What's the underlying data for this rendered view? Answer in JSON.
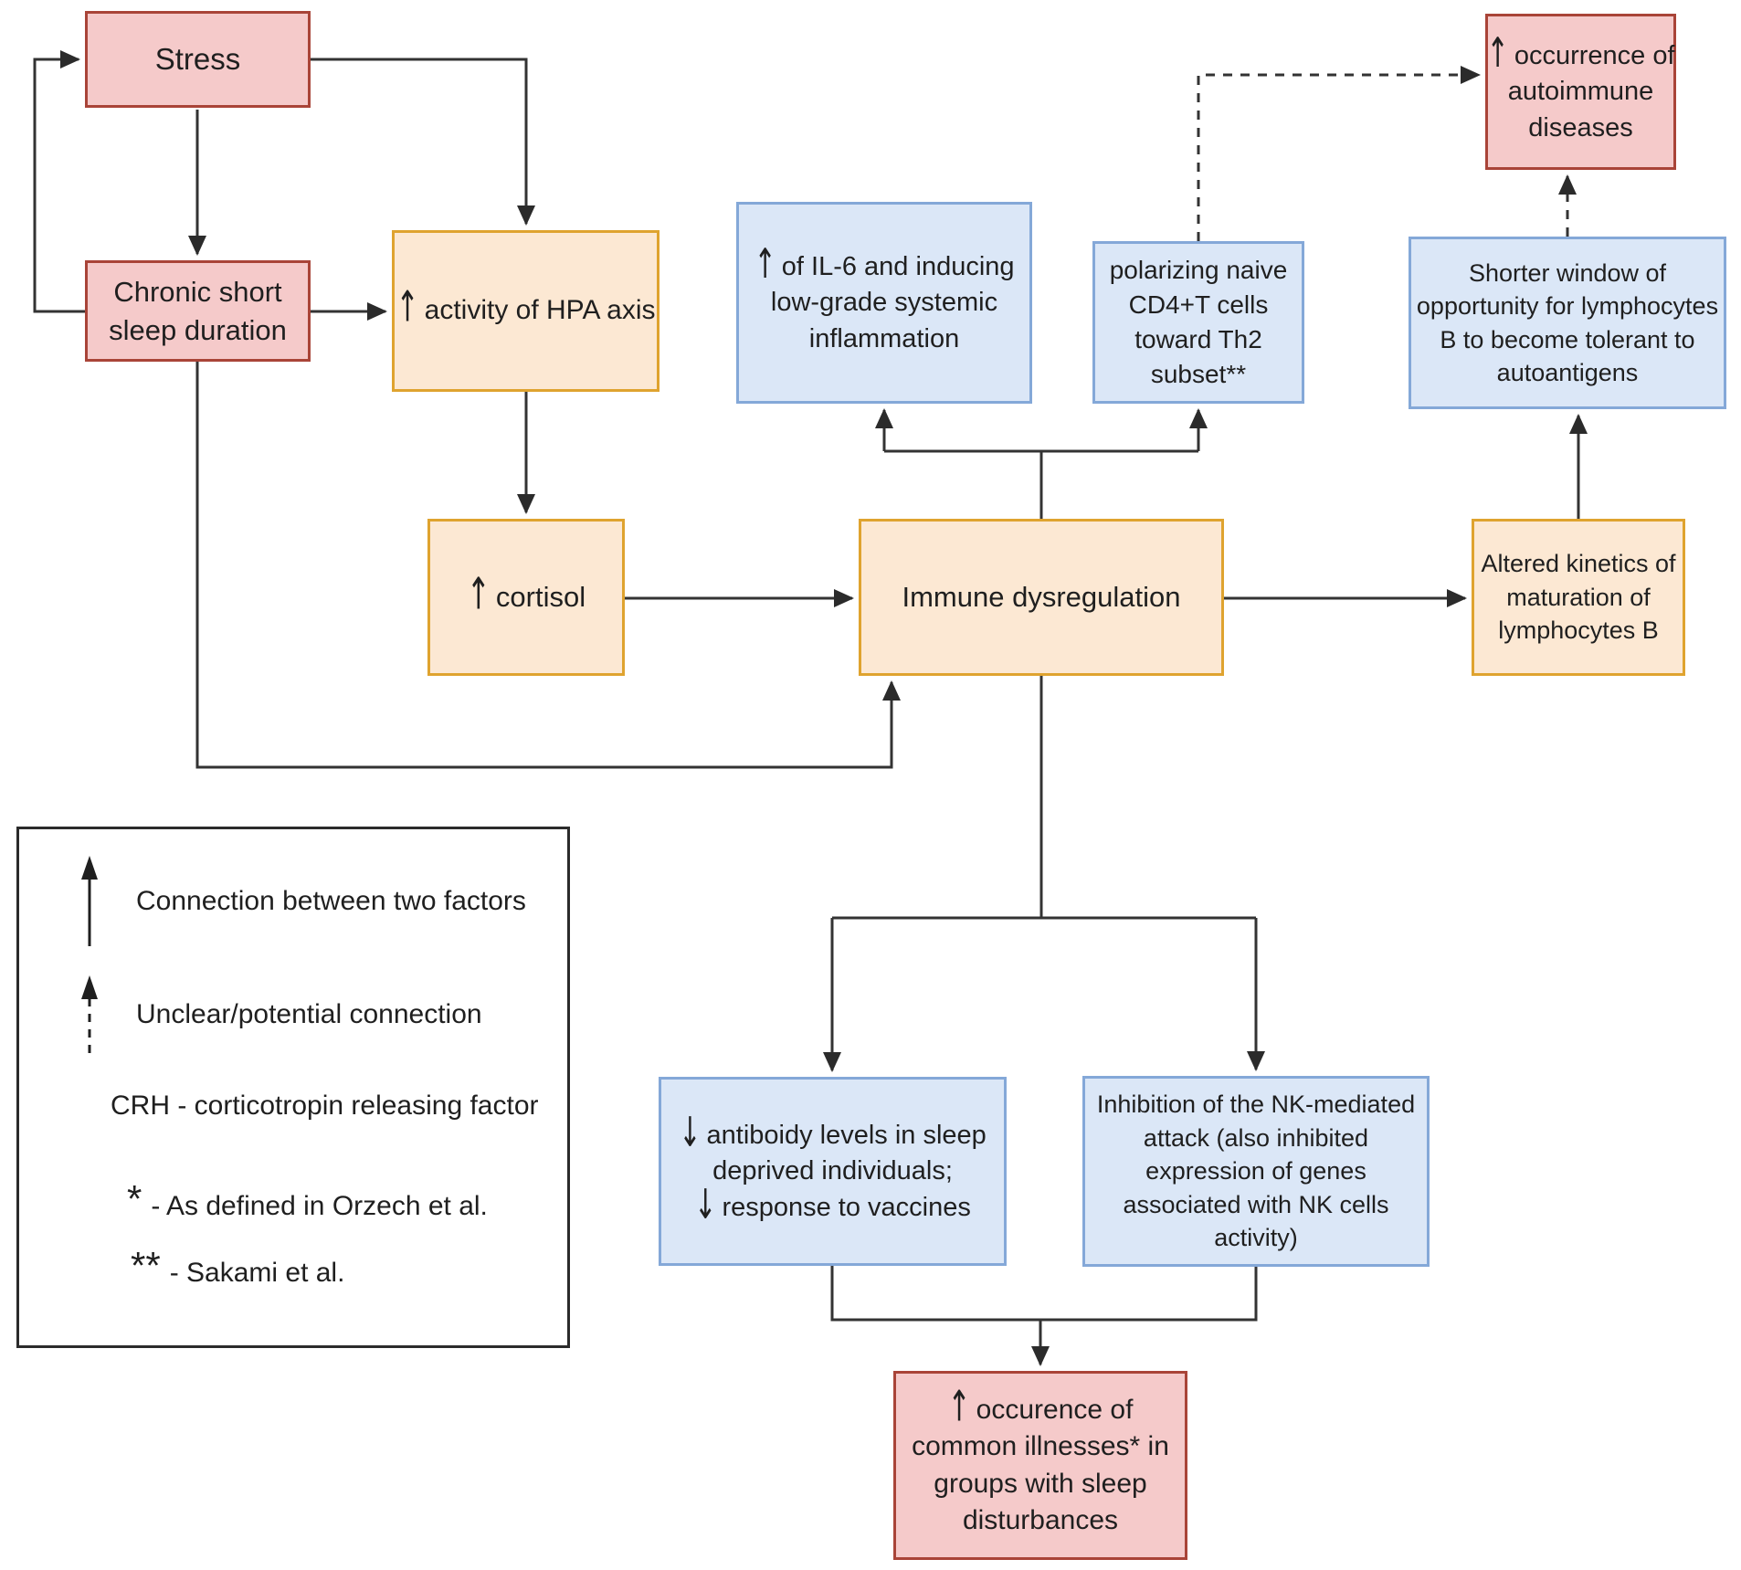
{
  "icons": {
    "up_arrow": "↑",
    "down_arrow": "↓"
  },
  "nodes": {
    "stress": {
      "lines": [
        "Stress"
      ]
    },
    "chronic": {
      "lines": [
        "Chronic short",
        "sleep duration"
      ]
    },
    "hpa": {
      "lines": [
        "activity of HPA axis"
      ]
    },
    "il6": {
      "lines": [
        "of IL-6 and inducing",
        "low-grade systemic",
        "inflammation"
      ]
    },
    "polarizing": {
      "lines": [
        "polarizing naive",
        "CD4+T cells",
        "toward Th2",
        "subset**"
      ]
    },
    "autoimmune": {
      "lines": [
        "occurrence of",
        "autoimmune",
        "diseases"
      ]
    },
    "shorter": {
      "lines": [
        "Shorter window of",
        "opportunity for lymphocytes",
        "B to become tolerant to",
        "autoantigens"
      ]
    },
    "cortisol": {
      "lines": [
        "cortisol"
      ]
    },
    "immune": {
      "lines": [
        "Immune dysregulation"
      ]
    },
    "altered": {
      "lines": [
        "Altered kinetics of",
        "maturation of",
        "lymphocytes B"
      ]
    },
    "antibody": {
      "lines": [
        "antiboidy levels in sleep",
        "deprived individuals;",
        "response to vaccines"
      ]
    },
    "nk": {
      "lines": [
        "Inhibition of the NK-mediated",
        "attack (also inhibited",
        "expression of genes",
        "associated with NK cells",
        "activity)"
      ]
    },
    "illness": {
      "lines": [
        "occurence of",
        "common illnesses* in",
        "groups with sleep",
        "disturbances"
      ]
    }
  },
  "legend": {
    "items": [
      {
        "icon": "solid-up-arrow",
        "text": "Connection between two factors"
      },
      {
        "icon": "dashed-up-arrow",
        "text": "Unclear/potential connection"
      },
      {
        "text": "CRH - corticotropin releasing factor"
      },
      {
        "marker": "*",
        "text": "- As defined in Orzech et al."
      },
      {
        "marker": "**",
        "text": "- Sakami et al."
      }
    ]
  },
  "colors": {
    "pink_fill": "#f5caca",
    "pink_border": "#a94438",
    "orange_fill": "#fce8d3",
    "orange_border": "#dfa32f",
    "blue_fill": "#dbe7f7",
    "blue_border": "#84a8d8",
    "line": "#333333",
    "text": "#1f1f1f"
  }
}
